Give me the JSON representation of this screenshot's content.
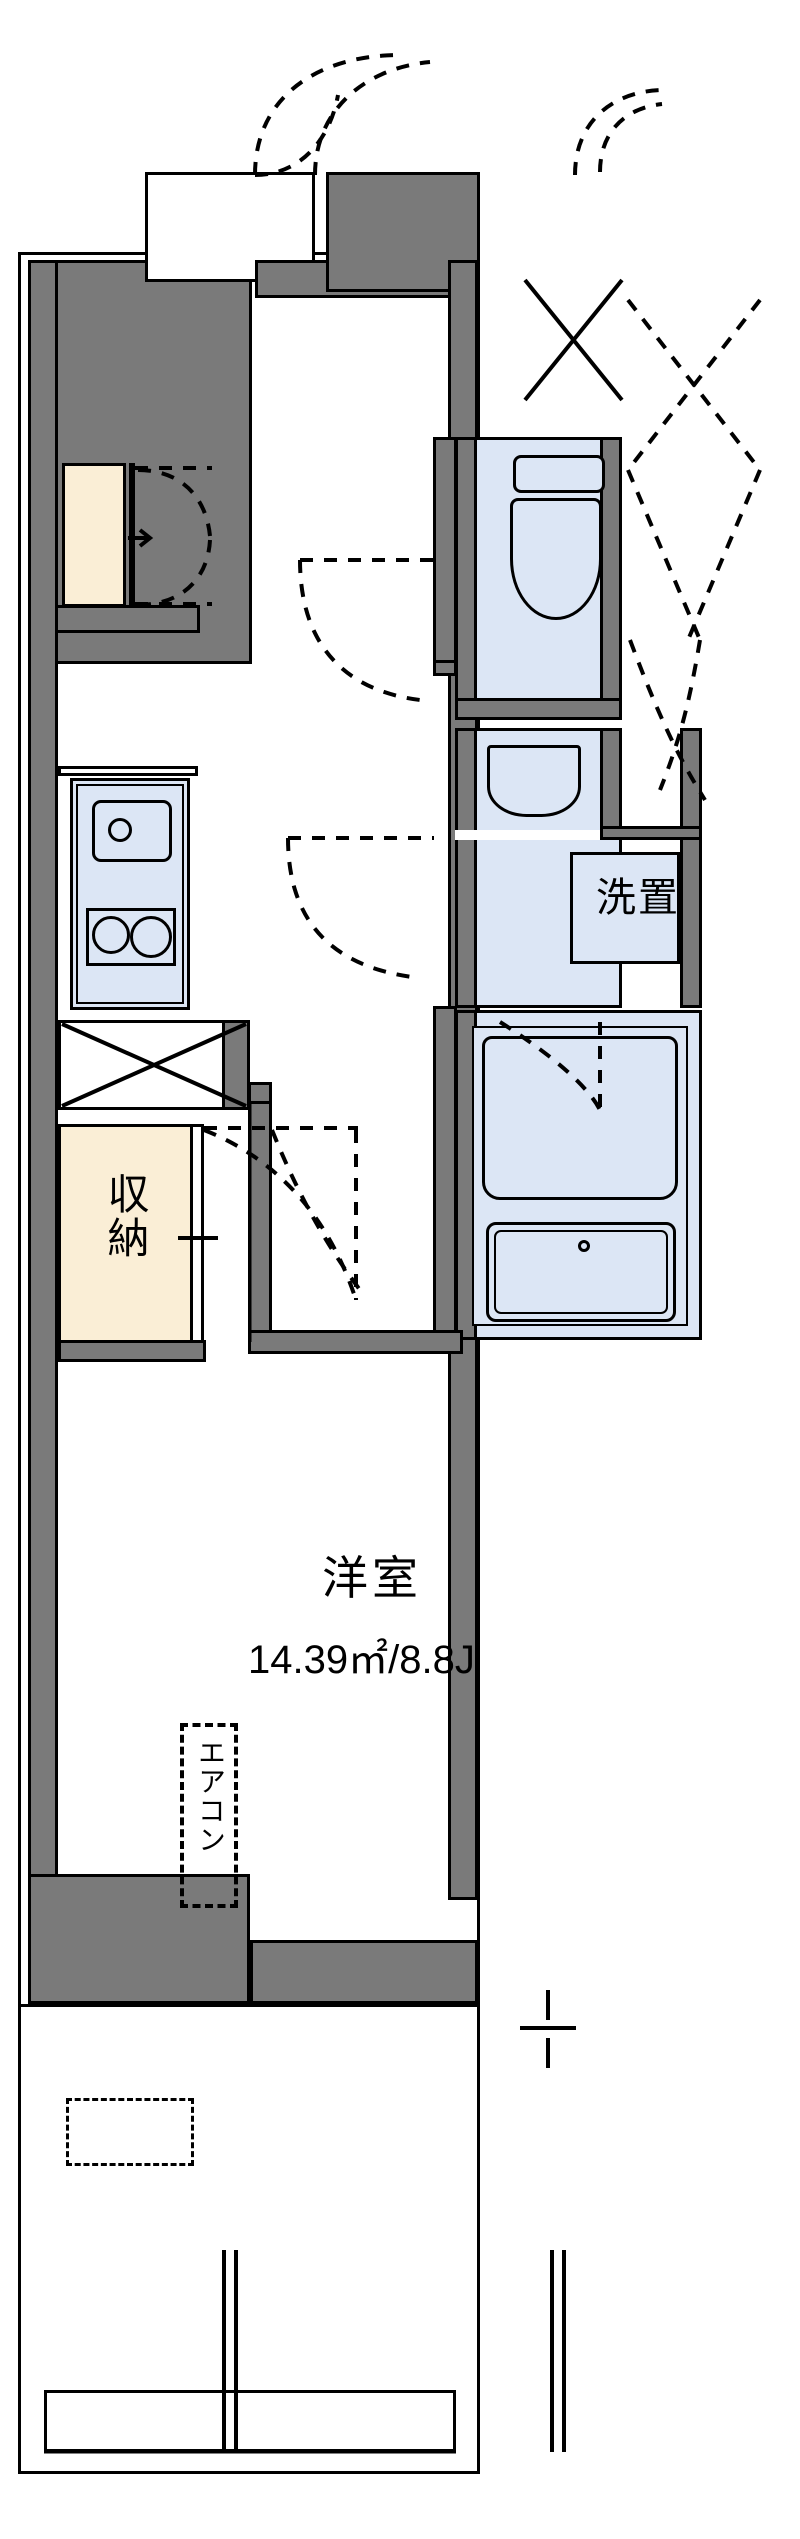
{
  "document": {
    "type": "floor-plan",
    "style": "japanese-apartment-madori",
    "units": "metric"
  },
  "rooms": [
    {
      "id": "main-room",
      "name": "洋室",
      "area_text": "14.39㎡/8.8J",
      "area_sqm": 14.39,
      "area_jo": 8.8
    },
    {
      "id": "closet",
      "name": "収納",
      "orientation": "vertical"
    },
    {
      "id": "washer-space",
      "name": "洗置",
      "orientation": "horizontal"
    }
  ],
  "annotations": [
    {
      "id": "aircon",
      "name": "エアコン",
      "orientation": "vertical",
      "box": "dashed"
    }
  ],
  "fixtures": [
    {
      "id": "toilet",
      "label": "toilet-icon"
    },
    {
      "id": "washbasin",
      "label": "washbasin-icon"
    },
    {
      "id": "bathtub",
      "label": "bathtub-icon"
    },
    {
      "id": "shower-room",
      "label": "unit-bath-icon"
    },
    {
      "id": "kitchen-sink",
      "label": "kitchen-sink-icon"
    },
    {
      "id": "stove",
      "label": "two-burner-stove-icon"
    },
    {
      "id": "entrance-tataki",
      "label": "entrance-icon"
    },
    {
      "id": "balcony",
      "label": "balcony-icon"
    }
  ],
  "colors": {
    "wall": "#7a7a7a",
    "outline": "#000000",
    "fixture_fill": "#dce6f5",
    "tatami_fill": "#faeed6",
    "background": "#ffffff"
  }
}
